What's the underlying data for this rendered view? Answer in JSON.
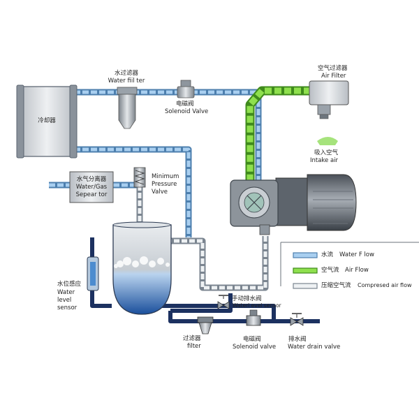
{
  "labels": {
    "water_filter_cn": "水过滤器",
    "water_filter_en": "Water fiil ter",
    "solenoid_top_cn": "电磁阀",
    "solenoid_top_en": "Solenoid Valve",
    "air_filter_cn": "空气过滤器",
    "air_filter_en": "Air Filter",
    "intake_cn": "吸入空气",
    "intake_en": "Intake air",
    "cooler": "冷却器",
    "separator_line1": "水气分离器",
    "separator_line2": "Water/Gas",
    "separator_line3": "Sepear tor",
    "min_pressure_line1": "Minimum",
    "min_pressure_line2": "Pressure",
    "min_pressure_line3": "Valve",
    "level_sensor_cn": "水位感应",
    "level_sensor_en1": "Water",
    "level_sensor_en2": "level",
    "level_sensor_en3": "sensor",
    "manual_drain_cn": "手动排水阀",
    "manual_drain_en": "Waterl evel sensor",
    "filter_cn": "过滤器",
    "filter_en": "filter",
    "solenoid_bottom_cn": "电磁阀",
    "solenoid_bottom_en": "Solenoid valve",
    "drain_cn": "排水阀",
    "drain_en": "Water drain valve"
  },
  "legend": [
    {
      "cn": "水流",
      "en": "Water F low",
      "color": "#7fb2e0"
    },
    {
      "cn": "空气流",
      "en": "Air Flow",
      "color": "#7ad33a"
    },
    {
      "cn": "压缩空气流",
      "en": "Compresed air flow",
      "color": "#e4e8ea"
    }
  ],
  "colors": {
    "water": "#8fbde6",
    "air": "#7ad33a",
    "compressed": "#e8ecee",
    "drain": "#1c3160",
    "outline": "#556070"
  }
}
